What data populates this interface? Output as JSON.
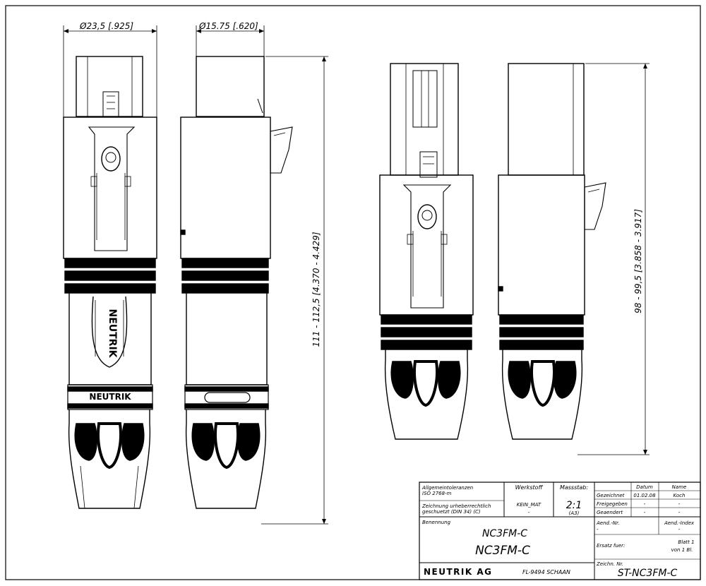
{
  "dimensions": {
    "diameter_body": "Ø23,5 [.925]",
    "diameter_insert": "Ø15.75 [.620]",
    "length_locked": "111 - 112,5 [4.370 - 4.429]",
    "length_unlocked": "98 - 99,5 [3.858 - 3.917]"
  },
  "brand_on_part": "NEUTRIK",
  "title_block": {
    "tolerance_label": "Allgemeintoleranzen",
    "tolerance_value": "ISO 2768-m",
    "copyright_line1": "Zeichnung urheberrechtlich",
    "copyright_line2": "geschuetzt (DIN 34) (C)",
    "material_label": "Werkstoff",
    "material_value": "KEIN_MAT",
    "material_sub": "-",
    "scale_label": "Massstab:",
    "scale_value": "2:1",
    "scale_format": "(A3)",
    "date_header": "Datum",
    "name_header": "Name",
    "drawn_label": "Gezeichnet",
    "drawn_date": "01.02.08",
    "drawn_name": "Koch",
    "released_label": "Freigegeben",
    "released_date": "-",
    "released_name": "-",
    "changed_label": "Geaendert",
    "changed_date": "-",
    "changed_name": "-",
    "description_label": "Benennung",
    "description_1": "NC3FM-C",
    "description_2": "NC3FM-C",
    "change_no_label": "Aend.-Nr.",
    "change_no_value": "-",
    "change_index_label": "Aend.-Index",
    "change_index_value": "-",
    "replacement_label": "Ersatz fuer:",
    "sheet_label": "Blatt 1",
    "sheet_of": "von 1 Bl.",
    "company": "NEUTRIK AG",
    "address": "FL-9494 SCHAAN",
    "drawing_no_label": "Zeichn. Nr.",
    "drawing_no_value": "ST-NC3FM-C"
  }
}
